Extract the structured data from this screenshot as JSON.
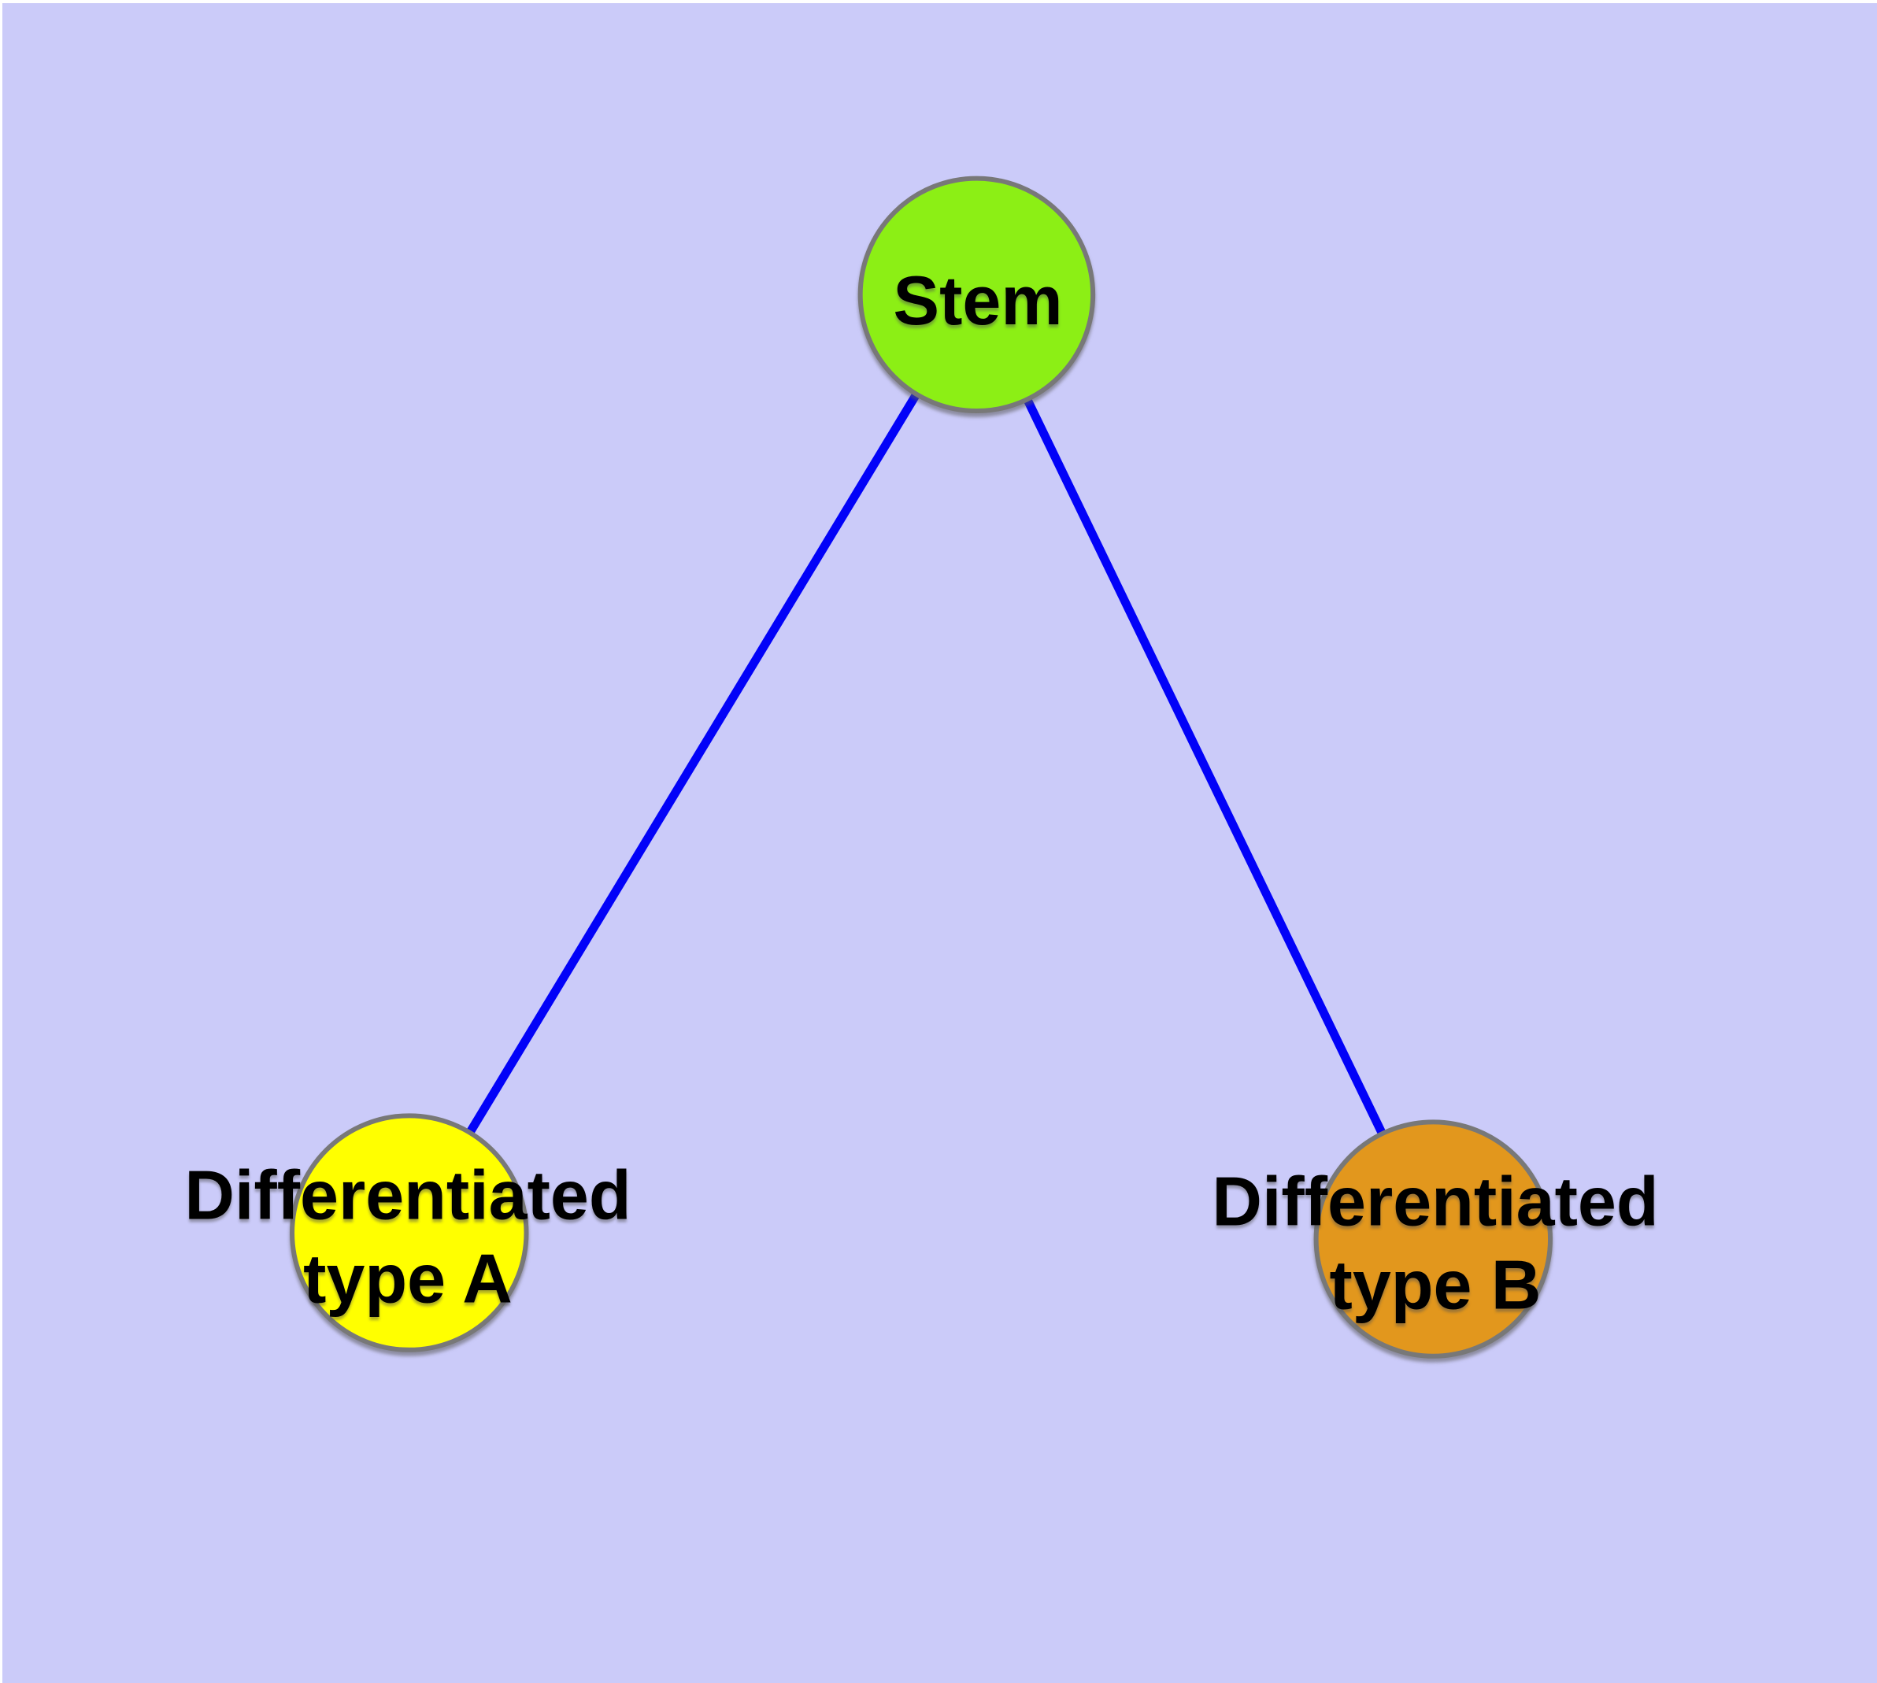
{
  "canvas": {
    "background": "#CBCBF9",
    "margin_color": "#FFFFFF"
  },
  "diagram": {
    "type": "node-link-graph",
    "edge_color": "#0202F8",
    "node_border_color": "#787878",
    "label_color": "#000000",
    "nodes": [
      {
        "id": "stem",
        "label": "Stem",
        "fill": "#8CEF15"
      },
      {
        "id": "typeA",
        "label": "Differentiated\ntype A",
        "fill": "#FFFF00"
      },
      {
        "id": "typeB",
        "label": "Differentiated\ntype B",
        "fill": "#E2971D"
      }
    ],
    "edges": [
      {
        "from": "Stem",
        "to": "Differentiated type A"
      },
      {
        "from": "Stem",
        "to": "Differentiated type B"
      }
    ]
  }
}
